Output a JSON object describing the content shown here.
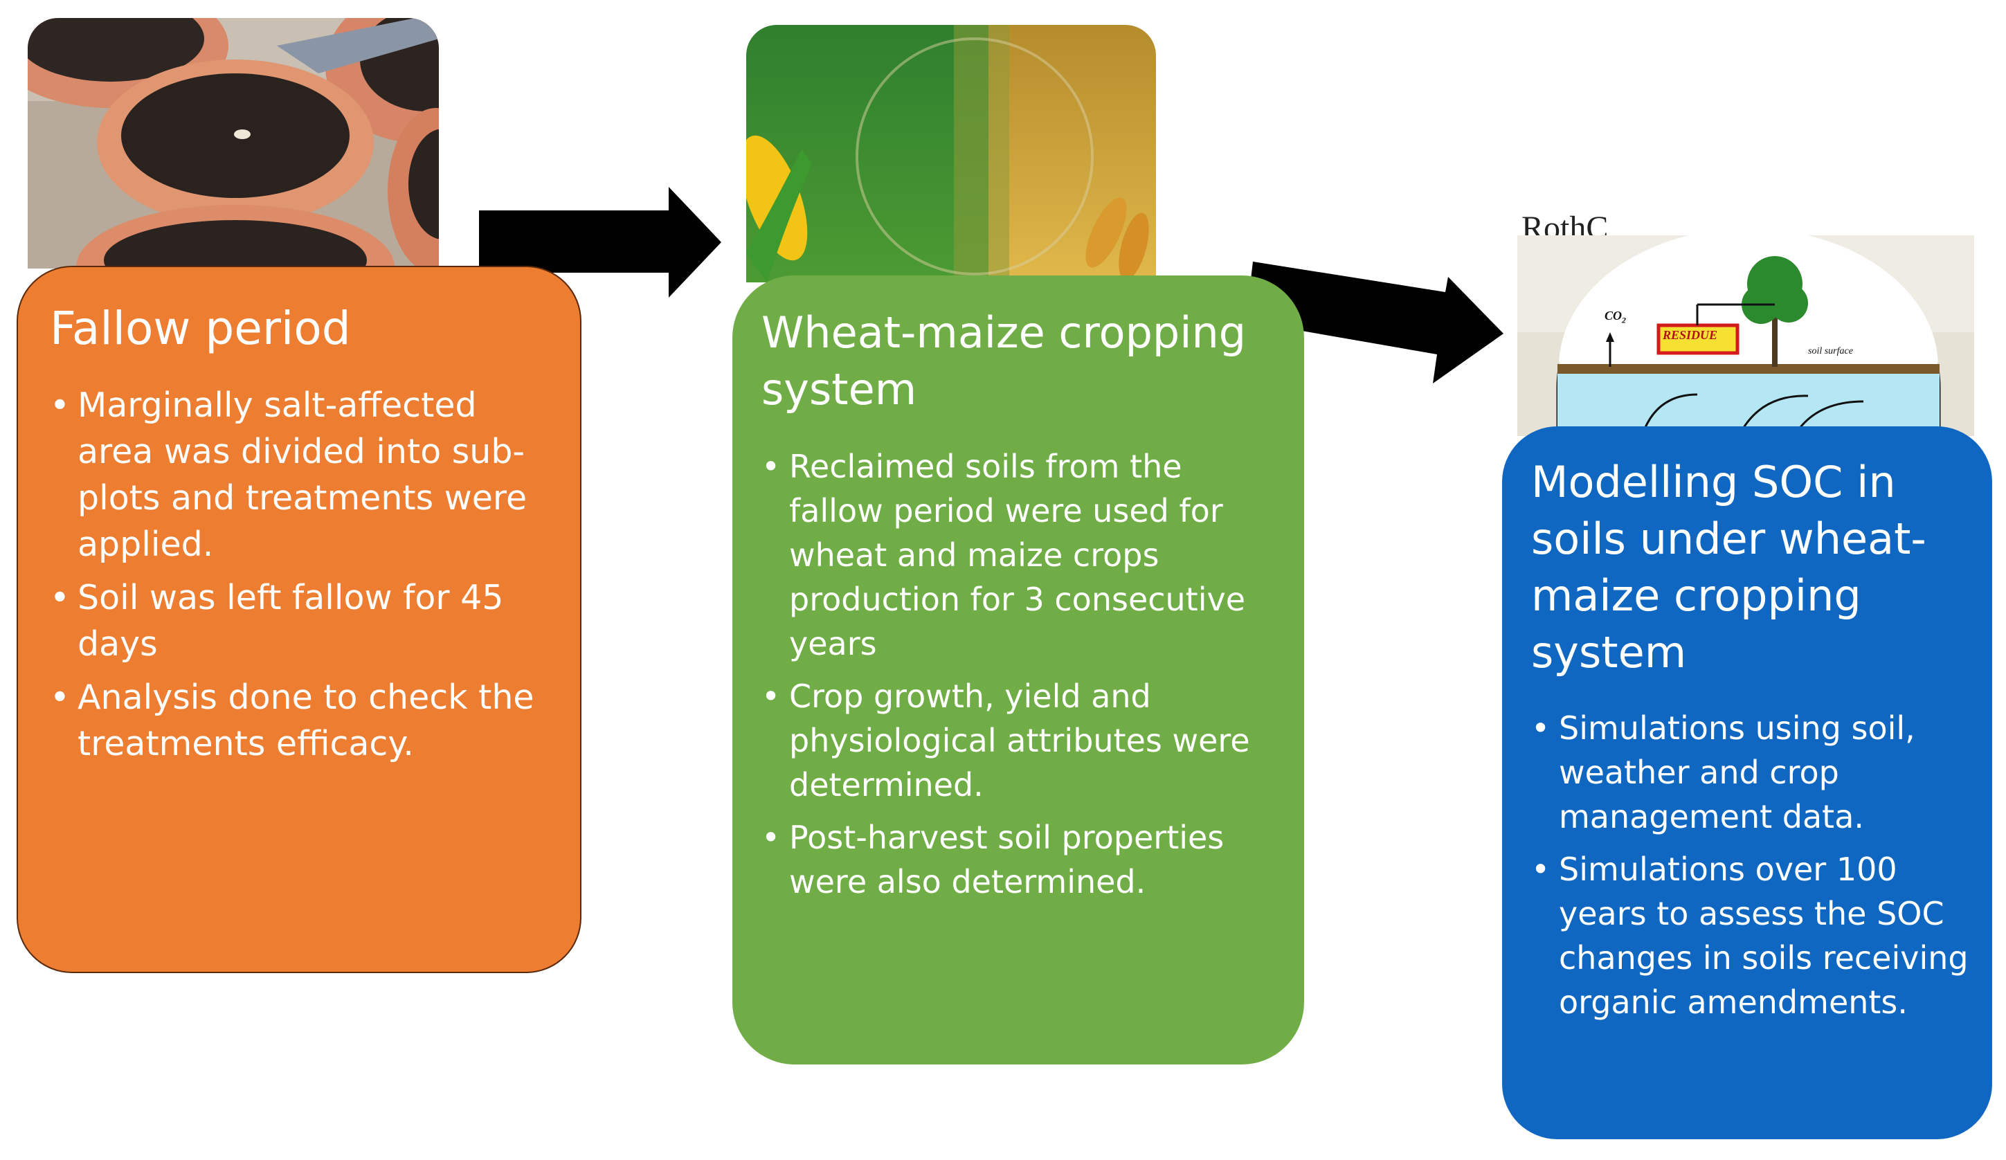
{
  "stages": [
    {
      "title": "Fallow period",
      "bullets": [
        "Marginally salt-affected area was divided into sub-plots and treatments were applied.",
        "Soil was left fallow for 45 days",
        "Analysis done to check the treatments efficacy."
      ],
      "color": "#ed7d31"
    },
    {
      "title": "Wheat-maize cropping system",
      "bullets": [
        "Reclaimed soils from the fallow period were used for wheat and maize crops production for 3 consecutive years",
        "Crop growth, yield and physiological attributes were determined.",
        "Post-harvest soil properties were also determined."
      ],
      "color": "#70ad47"
    },
    {
      "title": "Modelling SOC in soils under wheat-maize cropping system",
      "bullets": [
        "Simulations using soil, weather and crop management data.",
        "Simulations over 100 years to assess the SOC changes in soils receiving organic amendments."
      ],
      "color": "#0f67c2"
    }
  ],
  "rothc": {
    "title": "RothC",
    "residue_label": "RESIDUE",
    "co2_label": "CO",
    "co2_subscript": "2",
    "soil_surface_label": "soil surface"
  },
  "icons": [
    "soil-pots-photo",
    "wheat-maize-field-photo",
    "rothc-diagram",
    "arrow-right-icon"
  ]
}
